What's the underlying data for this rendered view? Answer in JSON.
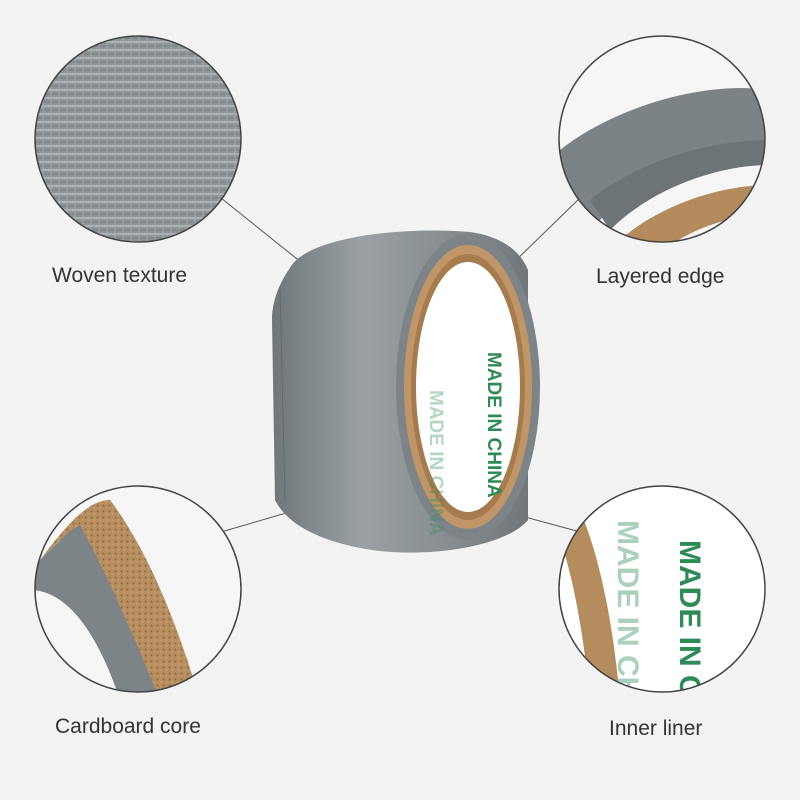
{
  "callouts": {
    "woven": "Woven texture",
    "layered": "Layered edge",
    "cardboard": "Cardboard core",
    "inner": "Inner liner"
  },
  "liner_print": {
    "text": "MADE IN CHINA"
  },
  "colors": {
    "background": "#f3f3f3",
    "tape": "#8d9496",
    "tape_dark": "#6f7679",
    "cardboard": "#b08a5e",
    "liner": "#ffffff",
    "liner_text": "#2e8b57",
    "leader_line": "#555555",
    "circle_border": "#444444"
  }
}
